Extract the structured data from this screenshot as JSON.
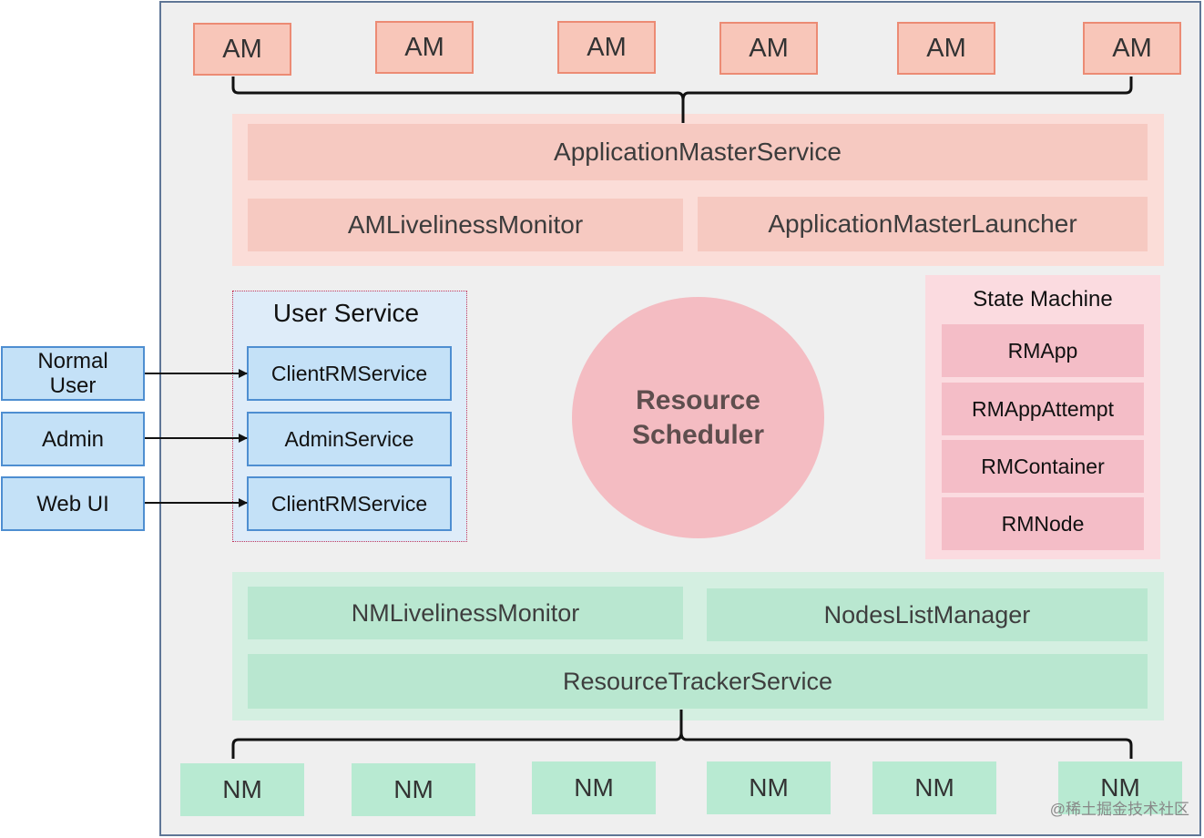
{
  "application_masters": [
    "AM",
    "AM",
    "AM",
    "AM",
    "AM",
    "AM"
  ],
  "am_panel": {
    "application_master_service": "ApplicationMasterService",
    "am_liveliness_monitor": "AMLivelinessMonitor",
    "application_master_launcher": "ApplicationMasterLauncher"
  },
  "user_service": {
    "title": "User Service",
    "services": [
      "ClientRMService",
      "AdminService",
      "ClientRMService"
    ]
  },
  "actors": [
    "Normal\nUser",
    "Admin",
    "Web UI"
  ],
  "scheduler": {
    "label": "Resource\nScheduler"
  },
  "state_machine": {
    "title": "State Machine",
    "items": [
      "RMApp",
      "RMAppAttempt",
      "RMContainer",
      "RMNode"
    ]
  },
  "nm_panel": {
    "nm_liveliness_monitor": "NMLivelinessMonitor",
    "nodes_list_manager": "NodesListManager",
    "resource_tracker_service": "ResourceTrackerService"
  },
  "node_managers": [
    "NM",
    "NM",
    "NM",
    "NM",
    "NM",
    "NM"
  ],
  "watermark": "@稀土掘金技术社区",
  "colors": {
    "am": "#f8c6b9",
    "am_border": "#ec8b74",
    "user_service": "#c4e1f7",
    "user_border": "#4e8ed1",
    "scheduler": "#f4bcc2",
    "state_machine": "#f4bdc7",
    "nm": "#b8ead2"
  }
}
